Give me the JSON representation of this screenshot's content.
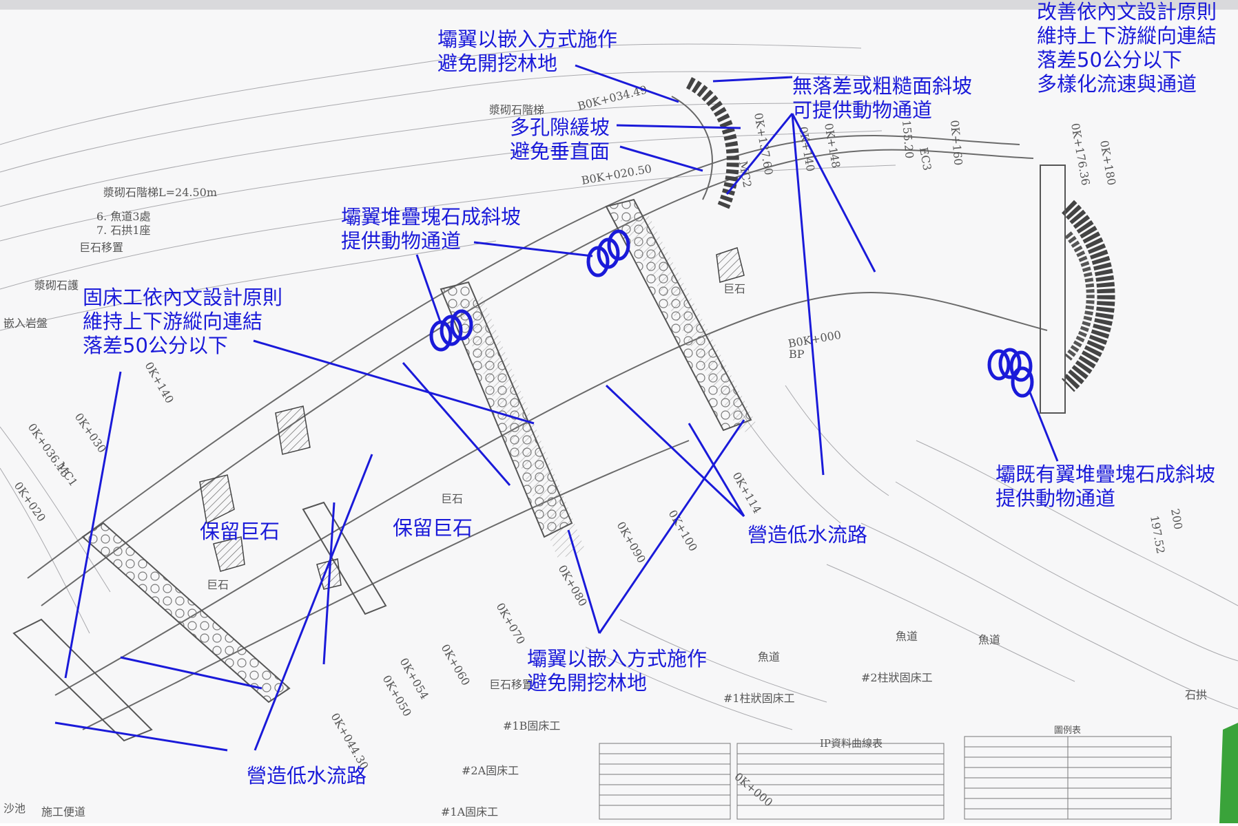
{
  "annotations": {
    "wing_embed_top": "壩翼以嵌入方式施作\n避免開挖林地",
    "improve_right": "改善依內文設計原則\n維持上下游縱向連結\n落差50公分以下\n多樣化流速與通道",
    "no_drop": "無落差或粗糙面斜坡\n可提供動物通道",
    "porous_slope": "多孔隙緩坡\n避免垂直面",
    "wing_stack": "壩翼堆疊塊石成斜坡\n提供動物通道",
    "bed_sill": "固床工依內文設計原則\n維持上下游縱向連結\n落差50公分以下",
    "keep_boulder_1": "保留巨石",
    "keep_boulder_2": "保留巨石",
    "low_flow_mid": "營造低水流路",
    "existing_wing": "壩既有翼堆疊塊石成斜坡\n提供動物通道",
    "wing_embed_bottom": "壩翼以嵌入方式施作\n避免開挖林地",
    "low_flow_bottom": "營造低水流路"
  },
  "plan_labels": {
    "stone_steps": "漿砌石階梯",
    "b0k034": "B0K+034.49",
    "b0k020": "B0K+020.50",
    "b0k000": "B0K+000",
    "bp": "BP",
    "ok137": "0K+137.60",
    "ok140": "0K+140",
    "ok148": "0K+148",
    "ok155": "155.20",
    "ok160": "0K+160",
    "ok176": "0K+176.36",
    "ok180": "0K+180",
    "ec3": "EC3",
    "mc2": "MC2",
    "ok140_left": "0K+140",
    "ok036": "0K+036.15",
    "mc1": "MC1",
    "ok030": "0K+030",
    "ok020": "0K+020",
    "ok100": "0K+100",
    "ok090": "0K+090",
    "ok114": "0K+114",
    "ok080": "0K+080",
    "ok070": "0K+070",
    "ok060": "0K+060",
    "ok054": "0K+054",
    "ok050": "0K+050",
    "ok044": "0K+044.30",
    "ok000": "0K+000",
    "rock1": "巨石",
    "rock2": "巨石",
    "rock3": "巨石",
    "fishway1": "魚道",
    "fishway2": "魚道",
    "fishway3": "魚道",
    "bed2": "#2柱狀固床工",
    "bed1": "#1柱狀固床工",
    "bed1b": "#1B固床工",
    "bed2a": "#2A固床工",
    "bed1a": "#1A固床工",
    "stone_arch": "石拱",
    "road": "施工便道",
    "pond": "沙池",
    "boulder_move": "巨石移置",
    "boulder_left": "巨石移置",
    "inlaid": "漿砌石護",
    "inlaid2": "嵌入岩盤",
    "fish3": "6. 魚道3處",
    "arch1": "7. 石拱1座",
    "steps_len": "漿砌石階梯L=24.50m",
    "ip_title": "IP資料曲線表",
    "legend_title": "圖例表",
    "r200": "200",
    "r197": "197.52"
  },
  "colors": {
    "annotation": "#1a1ad9",
    "plan_line": "#6a6a6a",
    "green_mark": "#3aa33a"
  }
}
